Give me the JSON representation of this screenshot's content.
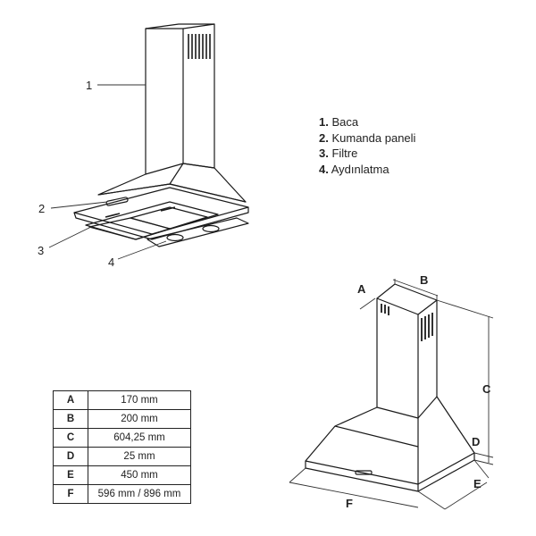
{
  "callouts": [
    "1",
    "2",
    "3",
    "4"
  ],
  "legend": [
    {
      "num": "1.",
      "text": "Baca"
    },
    {
      "num": "2.",
      "text": "Kumanda paneli"
    },
    {
      "num": "3.",
      "text": "Filtre"
    },
    {
      "num": "4.",
      "text": "Aydınlatma"
    }
  ],
  "dim_letters": {
    "a": "A",
    "b": "B",
    "c": "C",
    "d": "D",
    "e": "E",
    "f": "F"
  },
  "table": [
    {
      "key": "A",
      "value": "170 mm"
    },
    {
      "key": "B",
      "value": "200 mm"
    },
    {
      "key": "C",
      "value": "604,25 mm"
    },
    {
      "key": "D",
      "value": "25 mm"
    },
    {
      "key": "E",
      "value": "450 mm"
    },
    {
      "key": "F",
      "value": "596 mm / 896 mm"
    }
  ]
}
